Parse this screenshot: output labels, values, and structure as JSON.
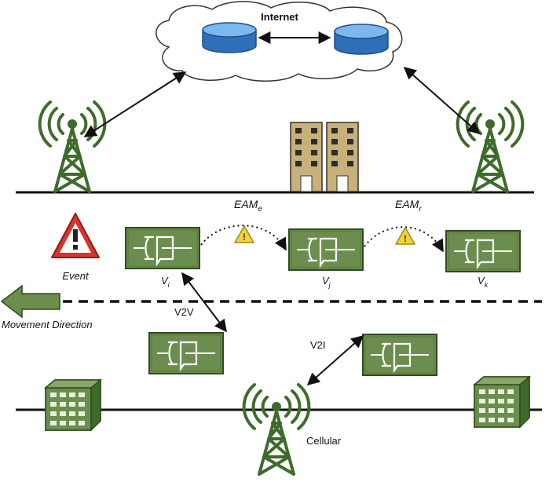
{
  "labels": {
    "internet": "Internet",
    "eam_e_base": "EAM",
    "eam_e_sub": "e",
    "eam_r_base": "EAM",
    "eam_r_sub": "r",
    "event": "Event",
    "vi_base": "V",
    "vi_sub": "i",
    "vj_base": "V",
    "vj_sub": "j",
    "vk_base": "V",
    "vk_sub": "k",
    "v2v": "V2V",
    "v2i": "V2I",
    "movement_direction": "Movement Direction",
    "cellular": "Cellular"
  },
  "colors": {
    "vehicle_fill": "#6b8e4e",
    "vehicle_stroke": "#2f4a1c",
    "tower": "#3e6b2a",
    "building_tall": "#c8b07a",
    "building_server": "#6b8e4e",
    "server_db": "#4a90d9",
    "warning_red": "#d9332e",
    "warning_yellow": "#f2d335",
    "arrow_green": "#6b8e4e"
  },
  "icons": {
    "tower": "radio-tower-icon",
    "vehicle": "vehicle-icon",
    "database": "database-icon",
    "warning": "warning-icon",
    "building": "building-icon",
    "server_building": "server-building-icon"
  }
}
